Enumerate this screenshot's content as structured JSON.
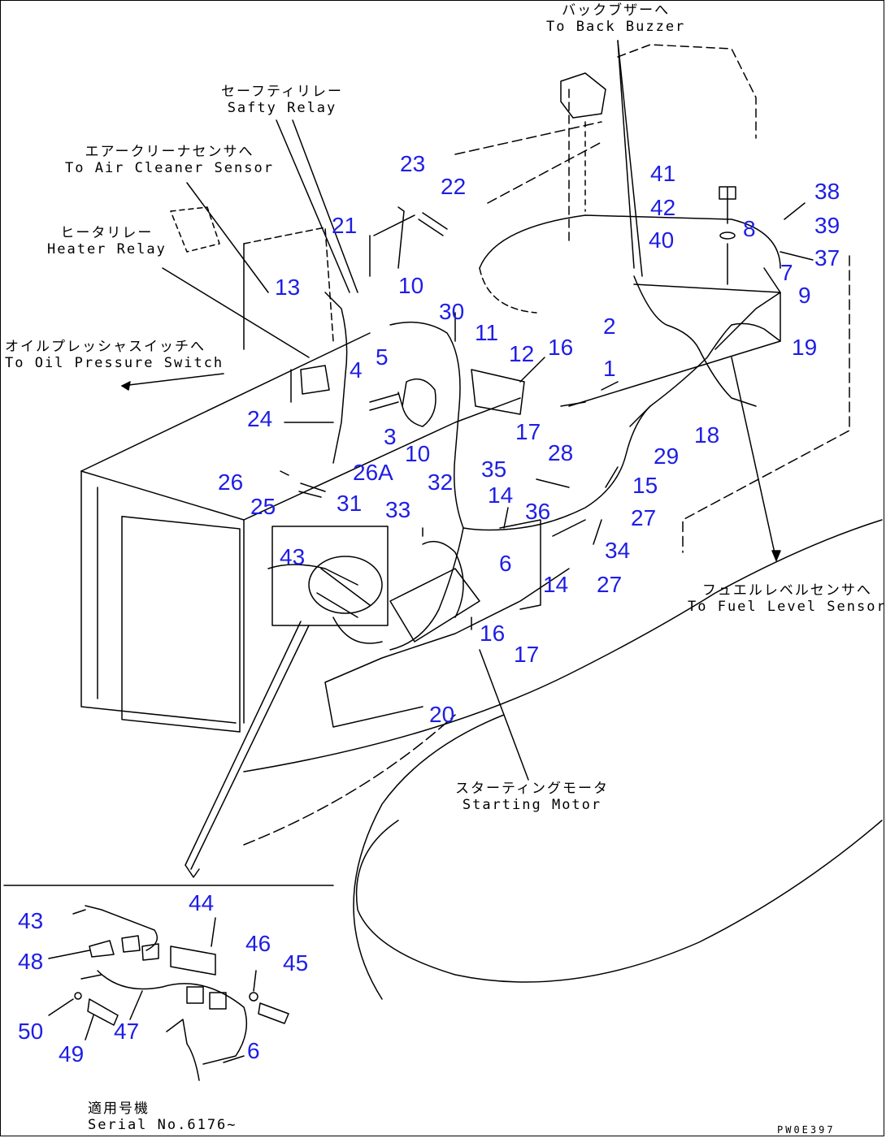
{
  "diagram": {
    "labels": {
      "back_buzzer": {
        "jp": "バックブザーへ",
        "en": "To Back Buzzer"
      },
      "safety_relay": {
        "jp": "セーフティリレー",
        "en": "Safty Relay"
      },
      "air_cleaner_sensor": {
        "jp": "エアークリーナセンサへ",
        "en": "To Air Cleaner Sensor"
      },
      "heater_relay": {
        "jp": "ヒータリレー",
        "en": "Heater Relay"
      },
      "oil_pressure_switch": {
        "jp": "オイルプレッシャスイッチへ",
        "en": "To Oil Pressure Switch"
      },
      "fuel_level_sensor": {
        "jp": "フュエルレベルセンサへ",
        "en": "To Fuel Level Sensor"
      },
      "starting_motor": {
        "jp": "スターティングモータ",
        "en": "Starting Motor"
      },
      "serial": {
        "jp": "適用号機",
        "en": "Serial No.6176~"
      }
    },
    "drawing_code": "PW0E397",
    "parts": {
      "p1": "1",
      "p2": "2",
      "p3": "3",
      "p4": "4",
      "p5": "5",
      "p6a": "6",
      "p6b": "6",
      "p7": "7",
      "p8": "8",
      "p9": "9",
      "p10a": "10",
      "p10b": "10",
      "p11": "11",
      "p12": "12",
      "p13": "13",
      "p14a": "14",
      "p14b": "14",
      "p15": "15",
      "p16a": "16",
      "p16b": "16",
      "p17a": "17",
      "p17b": "17",
      "p18": "18",
      "p19": "19",
      "p20": "20",
      "p21": "21",
      "p22": "22",
      "p23": "23",
      "p24": "24",
      "p25": "25",
      "p26": "26",
      "p26a": "26A",
      "p27a": "27",
      "p27b": "27",
      "p28": "28",
      "p29": "29",
      "p30": "30",
      "p31": "31",
      "p32": "32",
      "p33": "33",
      "p34": "34",
      "p35": "35",
      "p36": "36",
      "p37": "37",
      "p38": "38",
      "p39": "39",
      "p40": "40",
      "p41": "41",
      "p42": "42",
      "p43a": "43",
      "p43b": "43",
      "p44": "44",
      "p45": "45",
      "p46": "46",
      "p47": "47",
      "p48": "48",
      "p49": "49",
      "p50": "50"
    },
    "colors": {
      "callout": "#1e1ee6",
      "line": "#000000"
    }
  }
}
